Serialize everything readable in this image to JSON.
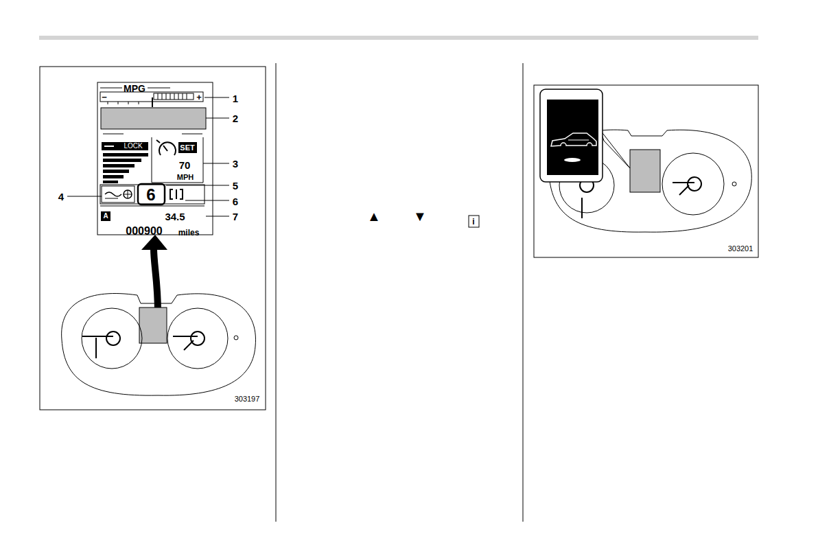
{
  "diagram": {
    "labels": [
      "MPG",
      "−",
      "+",
      "1",
      "2",
      "LOCK",
      "SET",
      "70",
      "MPH",
      "3",
      "4",
      "5",
      "6",
      "6",
      "7",
      "A",
      "34.5",
      "000900",
      "miles",
      "303197",
      "▲",
      "▼",
      "i",
      "303201"
    ]
  }
}
